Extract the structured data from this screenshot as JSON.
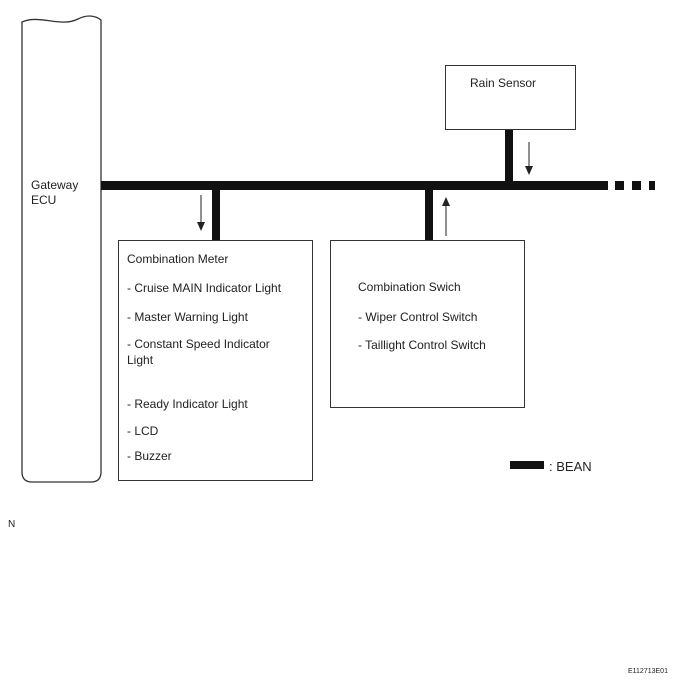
{
  "gateway": {
    "line1": "Gateway",
    "line2": "ECU"
  },
  "rain_sensor": {
    "label": "Rain Sensor"
  },
  "combination_meter": {
    "title": "Combination Meter",
    "items": [
      "- Cruise MAIN Indicator Light",
      "- Master Warning Light",
      "- Constant Speed Indicator",
      "Light",
      "- Ready Indicator Light",
      "- LCD",
      "- Buzzer"
    ]
  },
  "combination_switch": {
    "title": "Combination Swich",
    "items": [
      "- Wiper Control Switch",
      "- Taillight Control Switch"
    ]
  },
  "legend": {
    "label": ": BEAN"
  },
  "note_n": "N",
  "figure_id": "E112713E01"
}
